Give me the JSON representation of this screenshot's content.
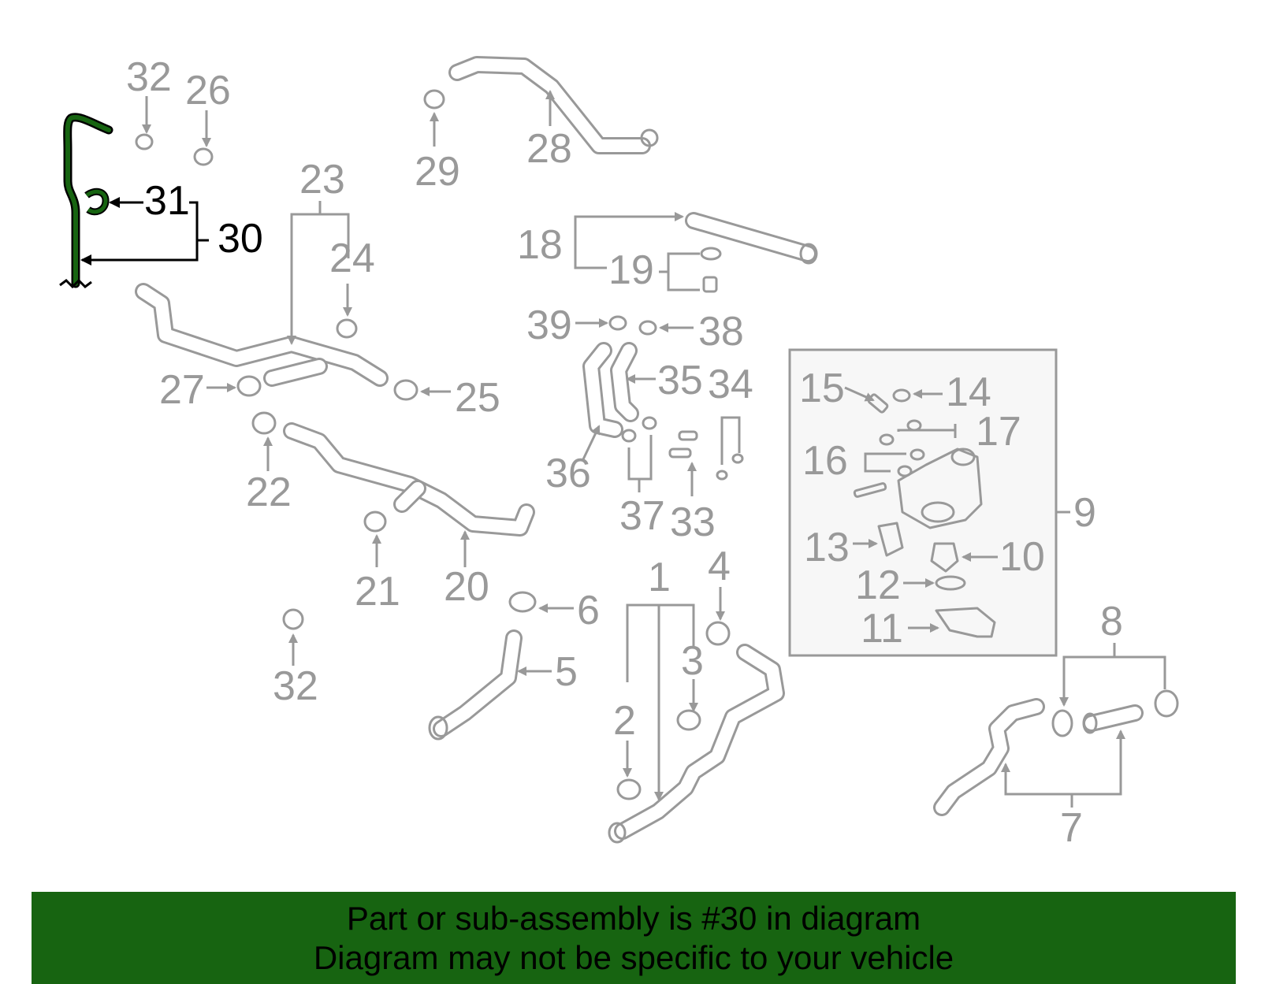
{
  "callouts": {
    "c1": "1",
    "c2": "2",
    "c3": "3",
    "c4": "4",
    "c5": "5",
    "c6": "6",
    "c7": "7",
    "c8": "8",
    "c9": "9",
    "c10": "10",
    "c11": "11",
    "c12": "12",
    "c13": "13",
    "c14": "14",
    "c15": "15",
    "c16": "16",
    "c17": "17",
    "c18": "18",
    "c19": "19",
    "c20": "20",
    "c21": "21",
    "c22": "22",
    "c23": "23",
    "c24": "24",
    "c25": "25",
    "c26": "26",
    "c27": "27",
    "c28": "28",
    "c29": "29",
    "c30": "30",
    "c31": "31",
    "c32": "32",
    "c32b": "32",
    "c33": "33",
    "c34": "34",
    "c35": "35",
    "c36": "36",
    "c37": "37",
    "c38": "38",
    "c39": "39"
  },
  "highlight": {
    "part": "30",
    "color": "#176411"
  },
  "banner": {
    "line1": "Part or sub-assembly is #30 in diagram",
    "line2": "Diagram may not be specific to your vehicle"
  }
}
